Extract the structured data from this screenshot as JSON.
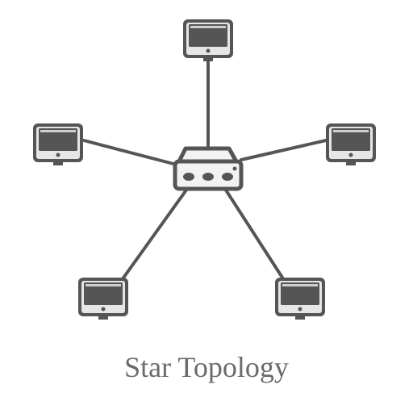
{
  "title": "Star Topology",
  "colors": {
    "device": "#555555",
    "screen_frame": "#e6e6e6",
    "cable": "#555555",
    "hub_body": "#f2f2f2"
  },
  "nodes": [
    {
      "id": "hub",
      "type": "hub-icon"
    },
    {
      "id": "top",
      "type": "computer-icon"
    },
    {
      "id": "left",
      "type": "computer-icon"
    },
    {
      "id": "right",
      "type": "computer-icon"
    },
    {
      "id": "bottom-left",
      "type": "computer-icon"
    },
    {
      "id": "bottom-right",
      "type": "computer-icon"
    }
  ],
  "links": [
    [
      "hub",
      "top"
    ],
    [
      "hub",
      "left"
    ],
    [
      "hub",
      "right"
    ],
    [
      "hub",
      "bottom-left"
    ],
    [
      "hub",
      "bottom-right"
    ]
  ]
}
